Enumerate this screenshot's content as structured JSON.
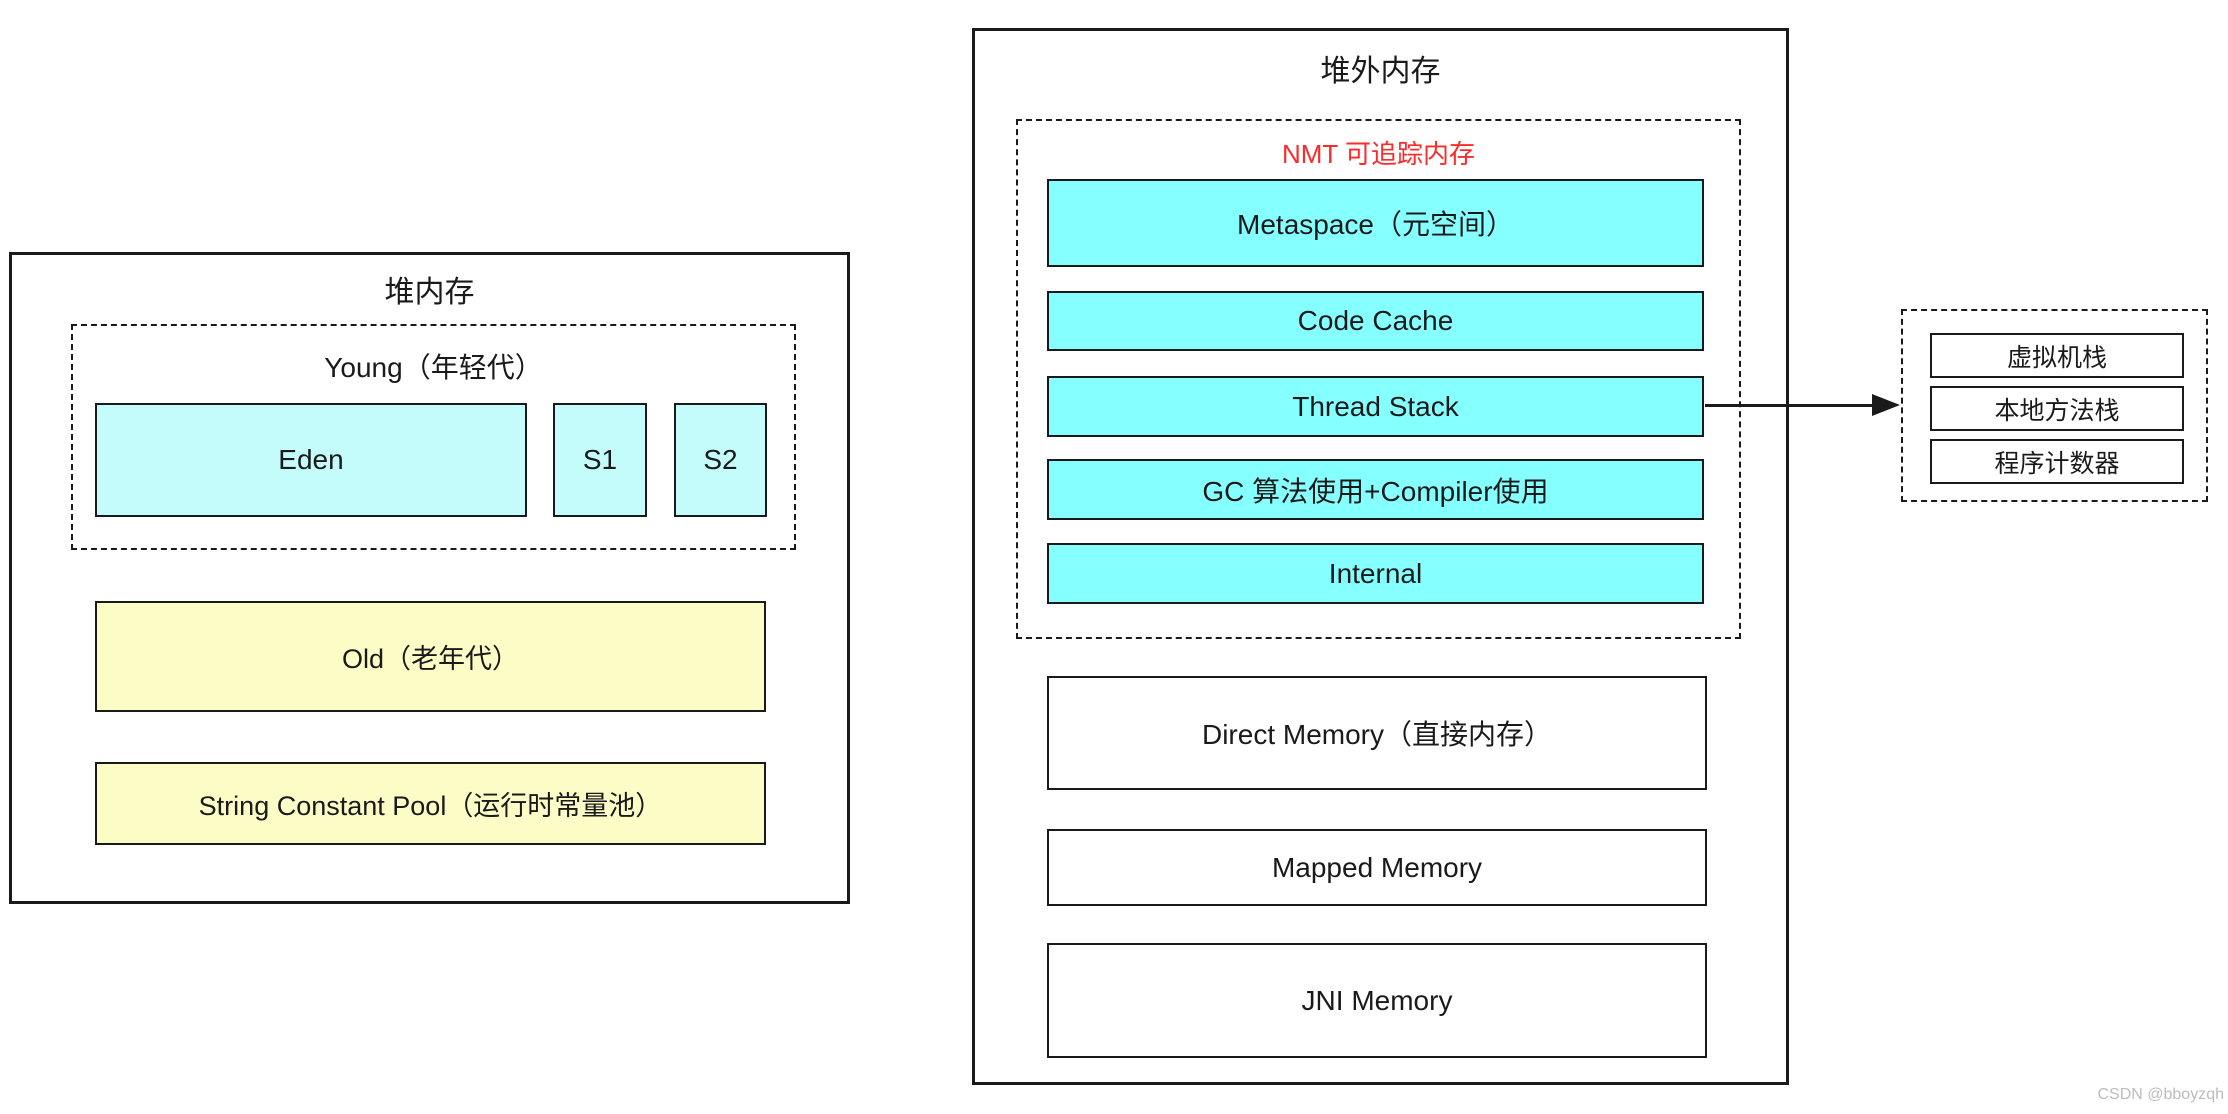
{
  "diagram": {
    "heap": {
      "title": "堆内存",
      "young": {
        "title": "Young（年轻代）",
        "eden_label": "Eden",
        "s1_label": "S1",
        "s2_label": "S2"
      },
      "old_label": "Old（老年代）",
      "string_pool_label": "String Constant Pool（运行时常量池）"
    },
    "off_heap": {
      "title": "堆外内存",
      "nmt": {
        "title": "NMT 可追踪内存",
        "items": [
          "Metaspace（元空间）",
          "Code Cache",
          "Thread Stack",
          "GC 算法使用+Compiler使用",
          "Internal"
        ]
      },
      "direct_label": "Direct Memory（直接内存）",
      "mapped_label": "Mapped Memory",
      "jni_label": "JNI Memory"
    },
    "thread_stack_detail": {
      "items": [
        "虚拟机栈",
        "本地方法栈",
        "程序计数器"
      ]
    },
    "watermark": "CSDN @bboyzqh"
  },
  "colors": {
    "line": "#1A1A1A",
    "pale_cyan": "#C4FCFC",
    "cyan": "#85FFFF",
    "yellow": "#FCFCC6",
    "nmt_red": "#FB2B2B",
    "watermark_gray": "#BCBCBC"
  }
}
